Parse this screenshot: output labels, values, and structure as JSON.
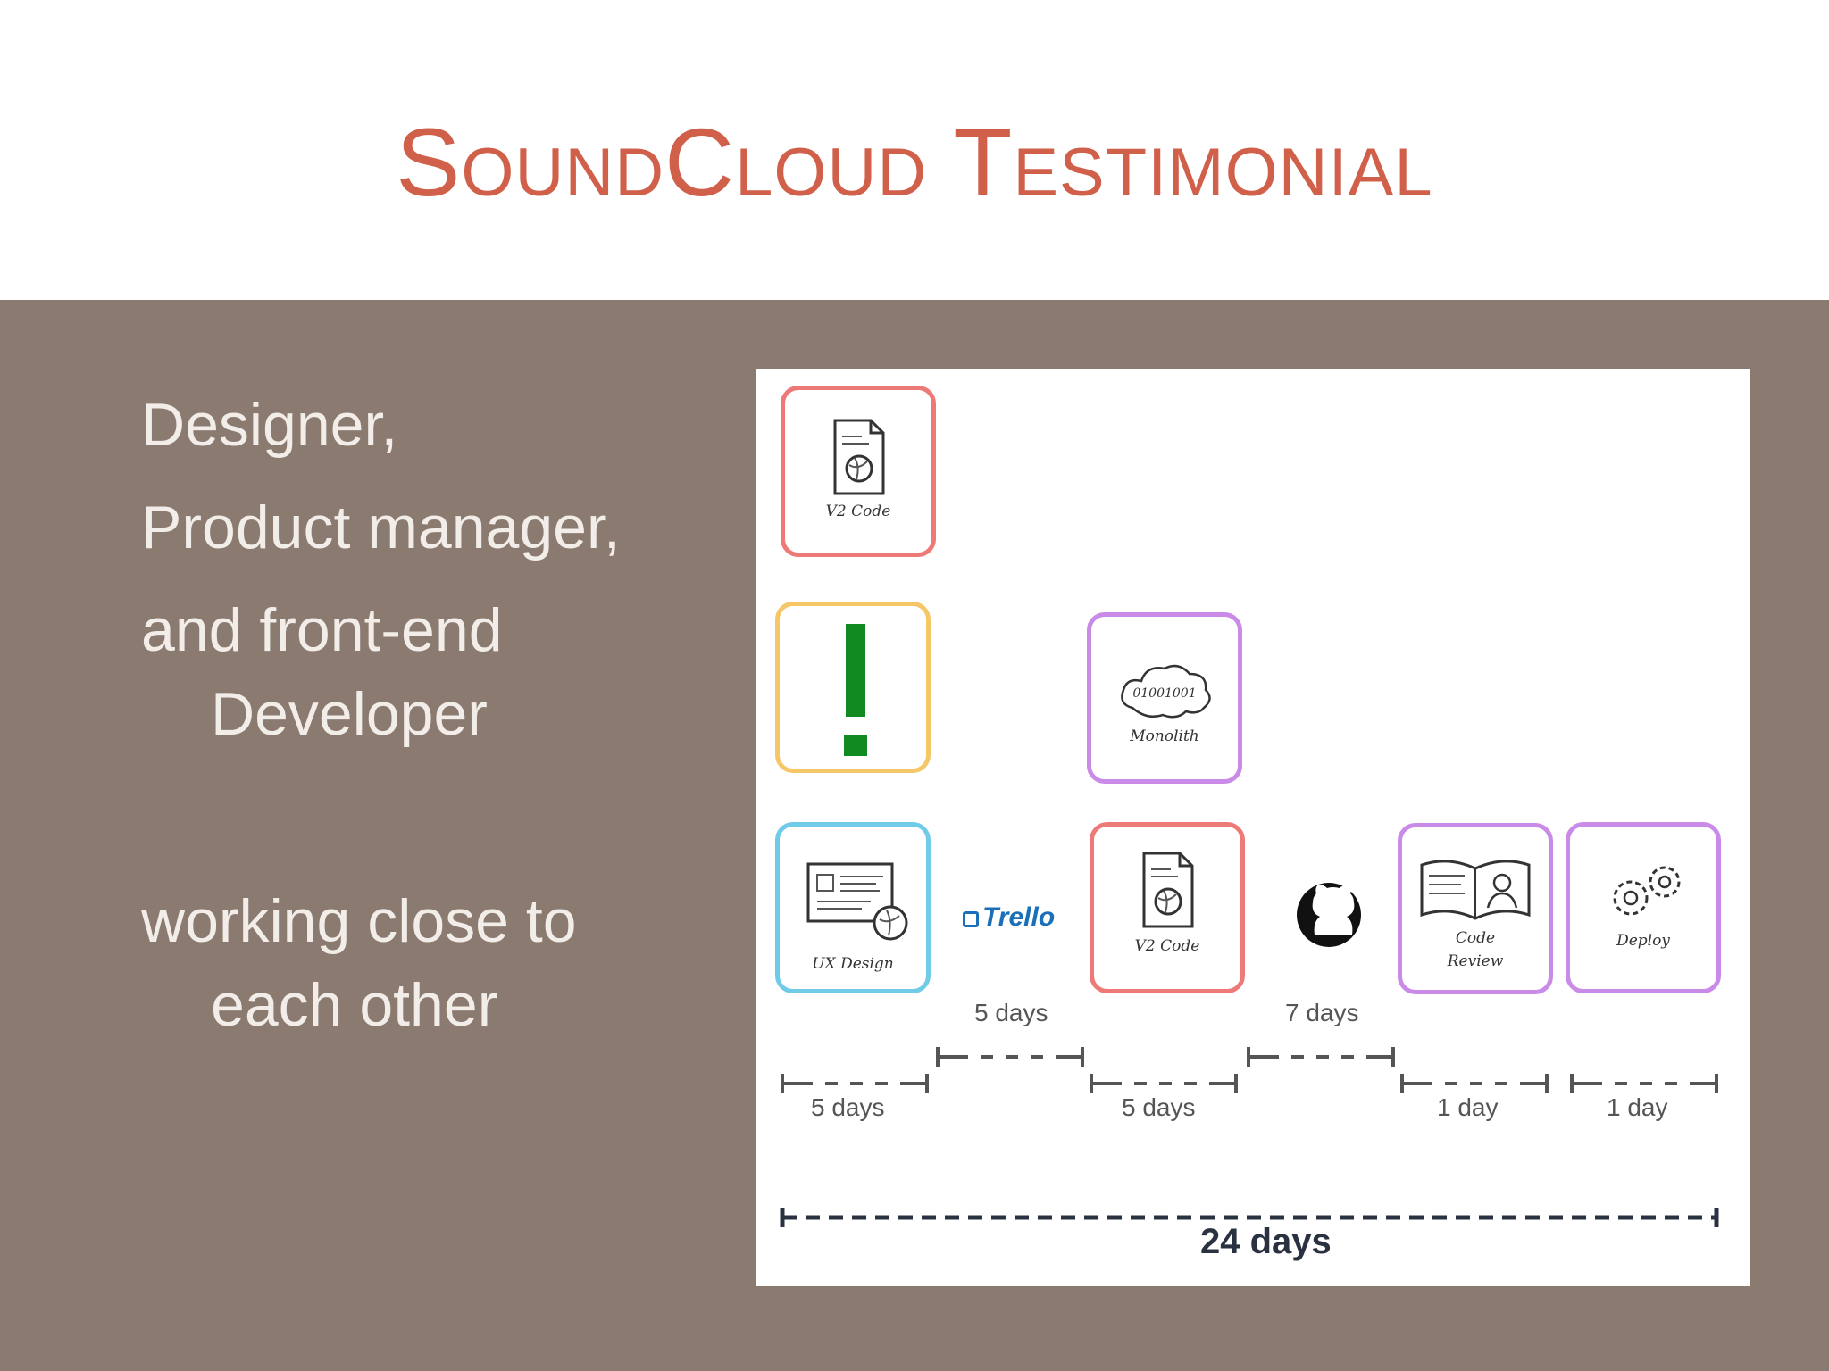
{
  "slide": {
    "title": "SoundCloud Testimonial",
    "bullets": {
      "line1": "Designer,",
      "line2": "Product manager,",
      "line3": "and front-end",
      "line4": "Developer",
      "line5": "working close to",
      "line6": "each other"
    }
  },
  "diagram": {
    "cards": {
      "v2code_top": "V2 Code",
      "monolith_code": "01001001",
      "monolith": "Monolith",
      "ux_design": "UX Design",
      "v2code_mid": "V2 Code",
      "code_review_1": "Code",
      "code_review_2": "Review",
      "deploy": "Deploy"
    },
    "trello": "Trello",
    "durations": {
      "d1": "5 days",
      "d2": "5 days",
      "d3": "5 days",
      "d4": "7 days",
      "d5": "1 day",
      "d6": "1 day"
    },
    "total": "24 days"
  },
  "colors": {
    "title": "#d0604a",
    "background": "#8a7a70",
    "card_red": "#ee7a78",
    "card_yellow": "#f5c766",
    "card_purple": "#c98ae8",
    "card_blue": "#6fcbe8",
    "exclamation": "#128a22"
  }
}
